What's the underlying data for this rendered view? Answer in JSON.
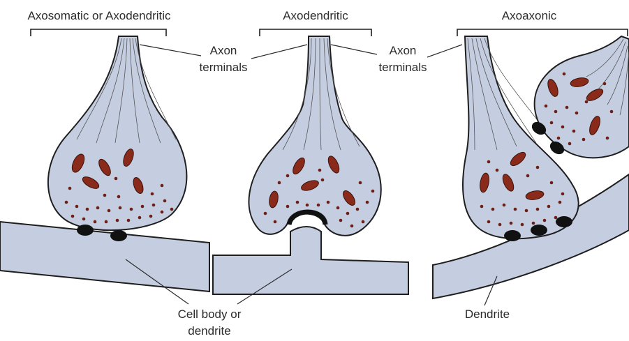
{
  "figure": {
    "labels": {
      "axosomatic": "Axosomatic or Axodendritic",
      "axodendritic": "Axodendritic",
      "axoaxonic": "Axoaxonic",
      "axon_terminals_1_line1": "Axon",
      "axon_terminals_1_line2": "terminals",
      "axon_terminals_2_line1": "Axon",
      "axon_terminals_2_line2": "terminals",
      "cell_body_line1": "Cell body or",
      "cell_body_line2": "dendrite",
      "dendrite": "Dendrite"
    },
    "colors": {
      "membrane_fill": "#c5cde0",
      "outline": "#1e1e1e",
      "mitochondria": "#8a2a1a",
      "vesicle": "#6e1f14",
      "synapse": "#111111",
      "background": "#ffffff"
    },
    "icons": [
      "presynaptic-terminal",
      "mitochondrion",
      "synaptic-vesicle",
      "synaptic-contact"
    ]
  }
}
